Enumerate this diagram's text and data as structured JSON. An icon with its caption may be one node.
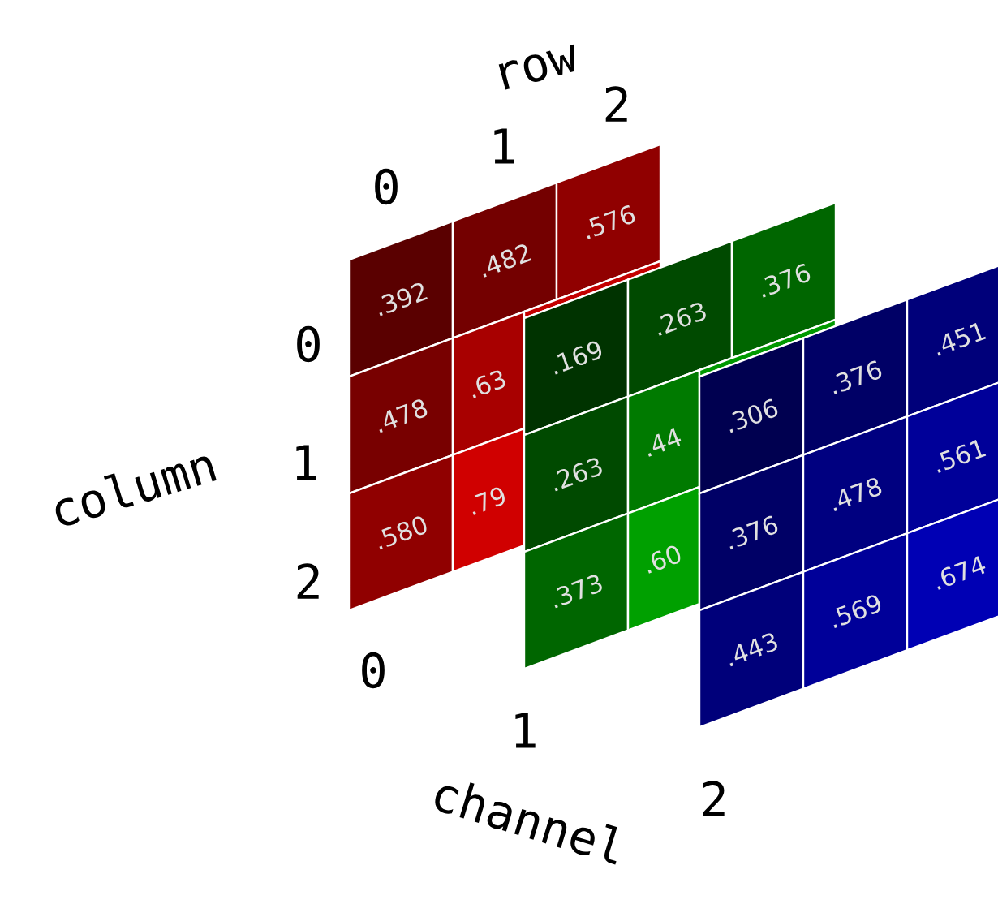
{
  "diagram": {
    "nodes": [
      {
        "text": [
          ".392"
        ]
      },
      {
        "text": [
          ".482"
        ]
      },
      {
        "text": [
          ".576"
        ]
      },
      {
        "text": [
          ".478"
        ]
      },
      {
        "text": [
          ".63"
        ]
      },
      {
        "text": [
          ".580"
        ]
      },
      {
        "text": [
          ".79"
        ]
      },
      {
        "text": [
          ".169"
        ]
      },
      {
        "text": [
          ".263"
        ]
      },
      {
        "text": [
          ".376"
        ]
      },
      {
        "text": [
          ".263"
        ]
      },
      {
        "text": [
          ".44"
        ]
      },
      {
        "text": [
          ".373"
        ]
      },
      {
        "text": [
          ".60"
        ]
      },
      {
        "text": [
          ".306"
        ]
      },
      {
        "text": [
          ".376"
        ]
      },
      {
        "text": [
          ".451"
        ]
      },
      {
        "text": [
          ".376"
        ]
      },
      {
        "text": [
          ".478"
        ]
      },
      {
        "text": [
          ".561"
        ]
      },
      {
        "text": [
          ".443"
        ]
      },
      {
        "text": [
          ".569"
        ]
      },
      {
        "text": [
          ".674"
        ]
      }
    ],
    "labels": [
      "row",
      "0",
      "1",
      "2",
      "0",
      "column",
      "1",
      "2",
      "0",
      "1",
      "channel",
      "2"
    ]
  }
}
